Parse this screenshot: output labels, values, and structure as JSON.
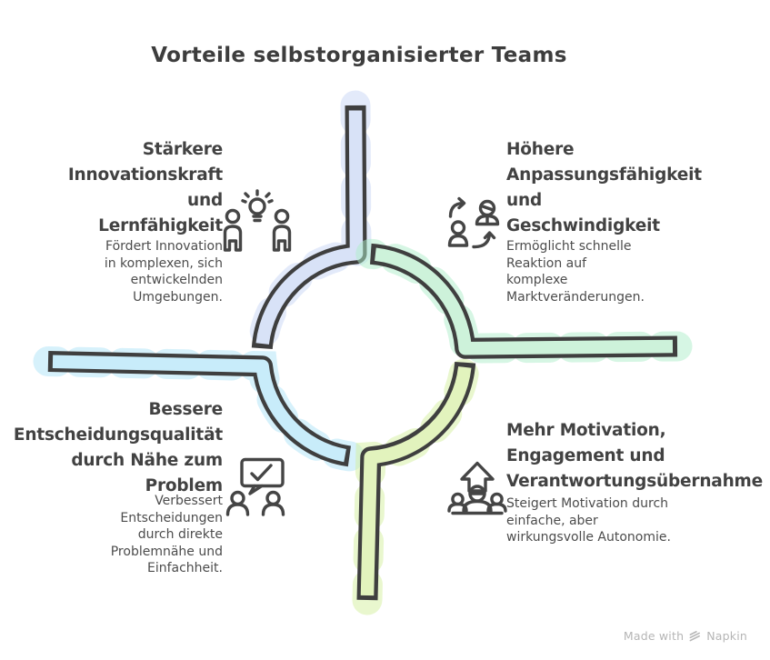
{
  "title": "Vorteile selbstorganisierter Teams",
  "colors": {
    "outline": "#3f3f3f",
    "icon_stroke": "#454545",
    "lavender": "#d8e2f7",
    "lavender_light": "#c7d6f5",
    "sky": "#c8ecfa",
    "sky_light": "#aee3f8",
    "mint": "#cdf2da",
    "mint_light": "#aeeec9",
    "lime": "#e2f3bd",
    "lime_light": "#d3ef9e",
    "footer_gray": "#b5b5b5"
  },
  "quadrants": [
    {
      "id": "top-left",
      "heading": "Stärkere\nInnovationskraft\nund\nLernfähigkeit",
      "description": "Fördert Innovation\nin komplexen, sich\nentwickelnden\nUmgebungen.",
      "icon": "idea-people-icon"
    },
    {
      "id": "top-right",
      "heading": "Höhere\nAnpassungsfähigkeit\nund\nGeschwindigkeit",
      "description": "Ermöglicht schnelle\nReaktion auf\nkomplexe\nMarktveränderungen.",
      "icon": "people-exchange-icon"
    },
    {
      "id": "bottom-left",
      "heading": "Bessere\nEntscheidungsqualität\ndurch Nähe zum\nProblem",
      "description": "Verbessert\nEntscheidungen\ndurch direkte\nProblemnähe und\nEinfachheit.",
      "icon": "discussion-approval-icon"
    },
    {
      "id": "bottom-right",
      "heading": "Mehr Motivation,\nEngagement und\nVerantwortungsübernahme",
      "description": "Steigert Motivation durch\neinfache, aber\nwirkungsvolle Autonomie.",
      "icon": "team-growth-icon"
    }
  ],
  "footer": {
    "made_with": "Made with",
    "brand": "Napkin"
  }
}
